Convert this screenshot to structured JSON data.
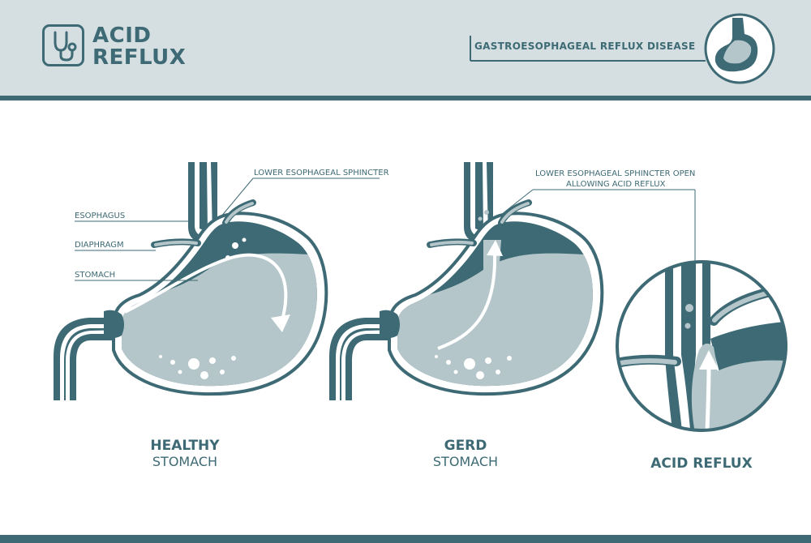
{
  "header": {
    "title_line1": "ACID",
    "title_line2": "REFLUX",
    "subtitle": "GASTROESOPHAGEAL REFLUX DISEASE",
    "logo_icon": "stethoscope-icon",
    "corner_icon": "stomach-icon"
  },
  "labels": {
    "esophagus": "ESOPHAGUS",
    "diaphragm": "DIAPHRAGM",
    "stomach": "STOMACH",
    "les": "LOWER ESOPHAGEAL SPHINCTER",
    "les_open_line1": "LOWER ESOPHAGEAL SPHINCTER OPEN",
    "les_open_line2": "ALLOWING ACID REFLUX"
  },
  "captions": {
    "healthy_bold": "HEALTHY",
    "healthy_sub": "STOMACH",
    "gerd_bold": "GERD",
    "gerd_sub": "STOMACH",
    "reflux": "ACID REFLUX"
  },
  "colors": {
    "dark": "#3d6a74",
    "light": "#b4c6ca",
    "header_bg": "#d5dfe1",
    "white": "#ffffff"
  }
}
